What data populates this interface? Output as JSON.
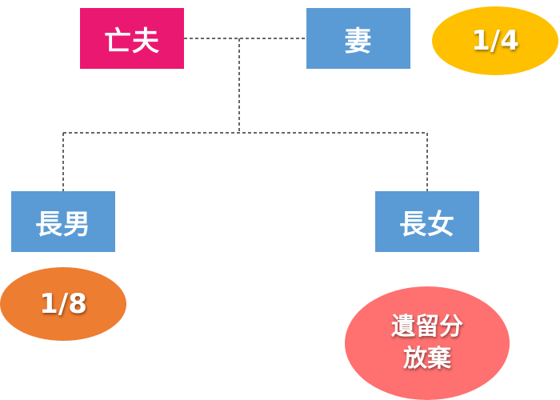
{
  "persons": {
    "deceased": "亡夫",
    "wife": "妻",
    "eldest_son": "長男",
    "eldest_daughter": "長女"
  },
  "shares": {
    "wife": "1/4",
    "eldest_son": "1/8",
    "eldest_daughter_line1": "遺留分",
    "eldest_daughter_line2": "放棄"
  },
  "colors": {
    "deceased_box": "#ea1870",
    "heir_box": "#5b9bd5",
    "wife_share": "#ffc000",
    "son_share": "#ed7d31",
    "daughter_share": "#ff7070",
    "connector": "#333333"
  }
}
